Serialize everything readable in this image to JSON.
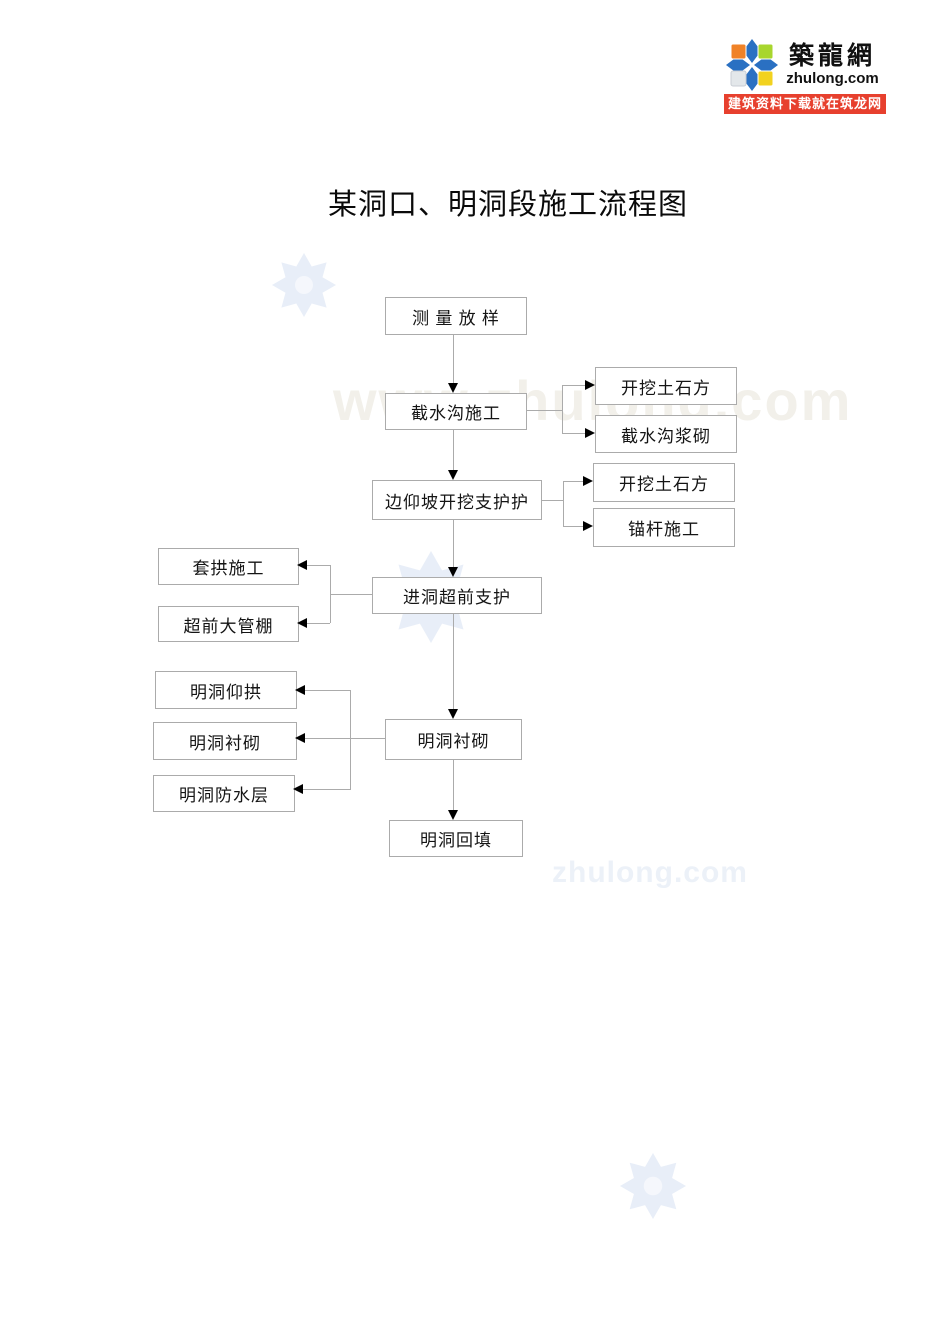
{
  "logo": {
    "site_name": "築龍網",
    "site_domain": "zhulong.com",
    "banner_text": "建筑资料下载就在筑龙网",
    "colors": {
      "banner_bg": "#e7402e",
      "arm_blue": "#2a70c2",
      "square_orange": "#f08227",
      "square_green": "#a8d62e",
      "square_gray": "#e3e7ea",
      "square_yellow": "#f2d21f"
    }
  },
  "document": {
    "title": "某洞口、明洞段施工流程图"
  },
  "watermarks": {
    "large_text": "www.zhulong.com",
    "large_color": "#f2f0ea",
    "small_text": "zhulong.com",
    "small_color": "#ecf1f8",
    "snowflake_color": "#e8eef8"
  },
  "flowchart": {
    "nodes": [
      {
        "label": "测 量 放 样"
      },
      {
        "label": "截水沟施工"
      },
      {
        "label": "开挖土石方"
      },
      {
        "label": "截水沟浆砌"
      },
      {
        "label": "边仰坡开挖支护护"
      },
      {
        "label": "开挖土石方"
      },
      {
        "label": "锚杆施工"
      },
      {
        "label": "套拱施工"
      },
      {
        "label": "进洞超前支护"
      },
      {
        "label": "超前大管棚"
      },
      {
        "label": "明洞仰拱"
      },
      {
        "label": "明洞衬砌"
      },
      {
        "label": "明洞防水层"
      },
      {
        "label": "明洞衬砌"
      },
      {
        "label": "明洞回填"
      }
    ]
  }
}
